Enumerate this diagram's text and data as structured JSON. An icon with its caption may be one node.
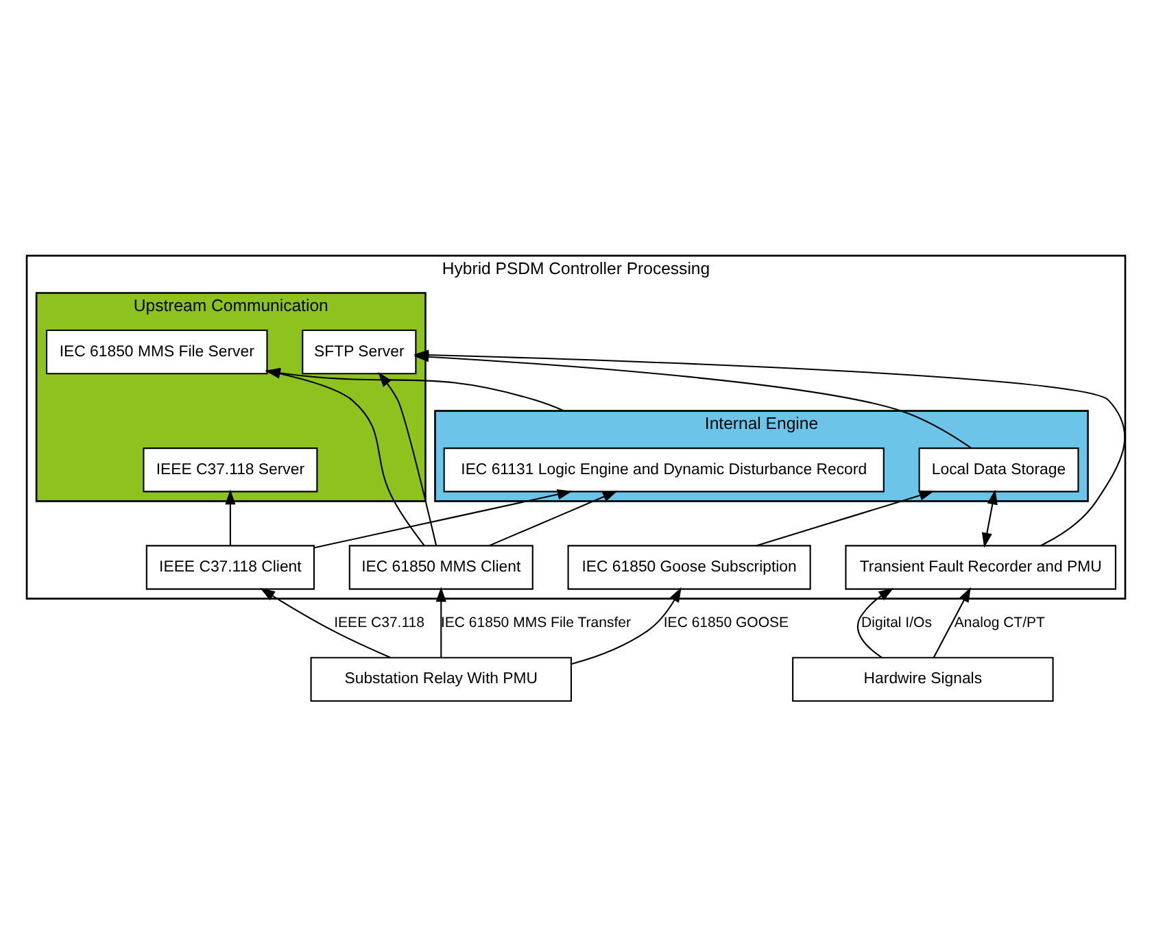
{
  "diagram": {
    "nodes": [
      {
        "text": [
          "Hybrid PSDM Controller Processing"
        ]
      },
      {
        "text": [
          "Upstream Communication"
        ],
        "in": 0
      },
      {
        "text": [
          "IEEE C37.118 Server"
        ],
        "in": 1
      },
      {
        "text": [
          "IEC 61850 MMS File Server"
        ],
        "in": 1
      },
      {
        "text": [
          "SFTP Server"
        ],
        "in": 1
      },
      {
        "text": [
          "Internal Engine"
        ],
        "in": 0
      },
      {
        "text": [
          "IEC 61131 Logic Engine and Dynamic Disturbance Record"
        ],
        "in": 5
      },
      {
        "text": [
          "Local Data Storage"
        ],
        "in": 5
      },
      {
        "text": [
          "IEEE C37.118 Client"
        ],
        "in": 0
      },
      {
        "text": [
          "IEC 61850 MMS Client"
        ],
        "in": 0
      },
      {
        "text": [
          "IEC 61850 Goose Subscription"
        ],
        "in": 0
      },
      {
        "text": [
          "Transient Fault Recorder and PMU"
        ],
        "in": 0
      },
      {
        "text": [
          "Substation Relay With PMU"
        ]
      },
      {
        "text": [
          "Hardwire Signals"
        ]
      }
    ],
    "edges": [
      {
        "from": 12,
        "to": 8,
        "arrow": "to",
        "label": "IEEE C37.118"
      },
      {
        "from": 12,
        "to": 9,
        "arrow": "to",
        "label": "IEC 61850 MMS File Transfer"
      },
      {
        "from": 12,
        "to": 10,
        "arrow": "to",
        "label": "IEC 61850 GOOSE"
      },
      {
        "from": 13,
        "to": 11,
        "arrow": "to",
        "label": "Digital I/Os"
      },
      {
        "from": 13,
        "to": 11,
        "arrow": "to",
        "label": "Analog CT/PT"
      },
      {
        "from": 8,
        "to": 2,
        "arrow": "to"
      },
      {
        "from": 8,
        "to": 6,
        "arrow": "to"
      },
      {
        "from": 9,
        "to": 6,
        "arrow": "to"
      },
      {
        "from": 9,
        "to": 3,
        "arrow": "to"
      },
      {
        "from": 9,
        "to": 4,
        "arrow": "to"
      },
      {
        "from": 10,
        "to": 7,
        "arrow": "to"
      },
      {
        "from": 11,
        "to": 7,
        "arrow": "both"
      },
      {
        "from": 11,
        "to": 4,
        "arrow": "to"
      },
      {
        "from": 5,
        "to": 3,
        "arrow": "to"
      },
      {
        "from": 7,
        "to": 4,
        "arrow": "to"
      }
    ]
  }
}
